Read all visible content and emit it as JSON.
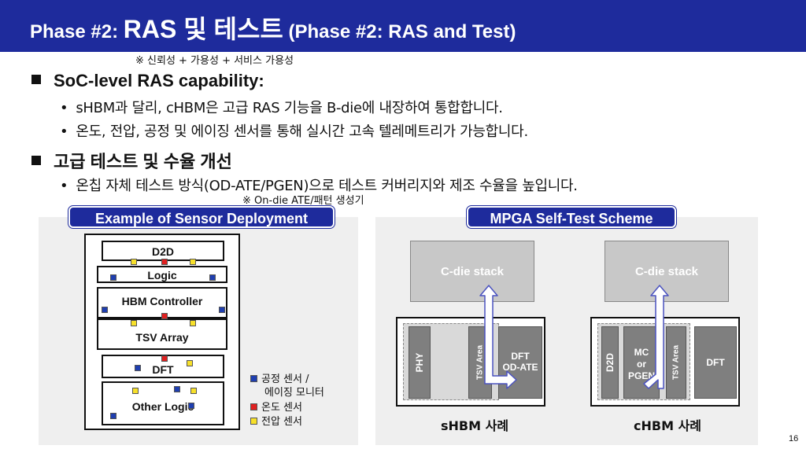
{
  "title": {
    "part1": "Phase #2: ",
    "part2": "RAS 및 테스트",
    "part3": " (Phase #2: RAS and Test)"
  },
  "notes": {
    "ras_note": "※ 신뢰성 + 가용성 + 서비스 가용성",
    "od_note": "※ On-die ATE/패턴 생성기"
  },
  "sections": [
    {
      "heading": "SoC-level RAS capability:",
      "bullets": [
        "sHBM과 달리, cHBM은 고급 RAS 기능을 B-die에 내장하여 통합합니다.",
        "온도, 전압, 공정 및 에이징 센서를 통해 실시간 고속 텔레메트리가 가능합니다."
      ]
    },
    {
      "heading": "고급 테스트 및 수율 개선",
      "bullets": [
        "온칩 자체 테스트 방식(OD-ATE/PGEN)으로 테스트 커버리지와 제조 수율을 높입니다."
      ]
    }
  ],
  "sensor_panel": {
    "title": "Example of Sensor Deployment",
    "blocks": [
      "D2D",
      "Logic",
      "HBM Controller",
      "TSV Array",
      "DFT",
      "Other Logic"
    ],
    "legend": [
      {
        "label": "공정 센서 /",
        "label2": "에이징 모니터",
        "color": "#1f3fb0"
      },
      {
        "label": "온도 센서",
        "color": "#e02020"
      },
      {
        "label": "전압 센서",
        "color": "#f7e02a"
      }
    ]
  },
  "mpga_panel": {
    "title": "MPGA Self-Test Scheme",
    "shbm": {
      "cdie": "C-die stack",
      "phy": "PHY",
      "tsv": "TSV Area",
      "dft": "DFT",
      "dft2": "OD-ATE",
      "caption": "sHBM 사례"
    },
    "chbm": {
      "cdie": "C-die stack",
      "d2d": "D2D",
      "mc1": "MC",
      "mc2": "or",
      "mc3": "PGEN",
      "tsv": "TSV Area",
      "dft": "DFT",
      "caption": "cHBM 사례"
    }
  },
  "page_number": "16",
  "colors": {
    "brand": "#1e2b9c",
    "panel": "#efefef",
    "process_sensor": "#1f3fb0",
    "temp_sensor": "#e02020",
    "voltage_sensor": "#f7e02a"
  }
}
